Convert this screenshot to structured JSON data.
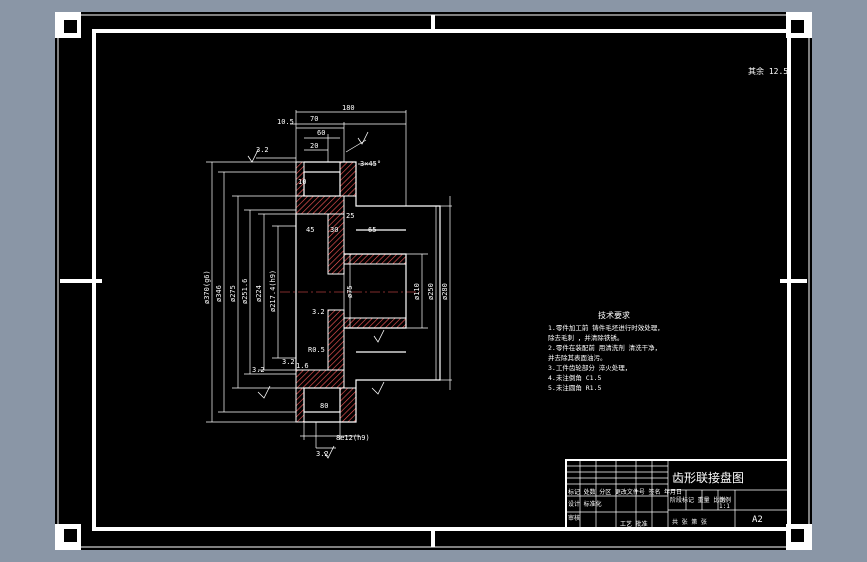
{
  "colors": {
    "background": "#8a96a6",
    "sheet": "#000000",
    "ink": "#ffffff",
    "hatch": "#ff5a5a"
  },
  "title_block": {
    "drawing_title": "齿形联接盘图",
    "sheet_size": "A2",
    "scale_label": "比例",
    "scale_value": "1:1",
    "row_labels": [
      "标记 处数 分区 更改文件号 签名 年月日",
      "设计 标准化",
      "审核",
      "工艺 批准"
    ],
    "stage_labels": "阶段标记 重量 比例",
    "sheet_count": "共 张 第 张"
  },
  "roughness_note": "其余 12.5",
  "tech_requirements": {
    "heading": "技术要求",
    "lines": [
      "1.零件加工前 铸件毛坯进行时效处理，",
      "  除去毛刺 ，并清除铁锈。",
      "2.零件在装配前 用清洗剂 清洗干净，",
      "  并去除其表面油污。",
      "3.工件齿轮部分 淬火处理，",
      "4.未注倒角 C1.5",
      "5.未注圆角 R1.5"
    ]
  },
  "dimensions": {
    "top": [
      "10.5",
      "70",
      "60",
      "20",
      "180"
    ],
    "left": [
      "ø370(g6)",
      "ø346",
      "ø275",
      "ø251.6",
      "ø224",
      "ø217.4(h9)"
    ],
    "right": [
      "ø110",
      "ø250",
      "ø280"
    ],
    "inner": [
      "45",
      "30",
      "65",
      "25",
      "ø75",
      "R0.5",
      "10",
      "80",
      "1.6"
    ],
    "chamfer": "3×45°",
    "keyway": "8e12(h9)",
    "roughness_small": [
      "3.2",
      "3.2",
      "3.2",
      "3.2",
      "3.2"
    ]
  }
}
